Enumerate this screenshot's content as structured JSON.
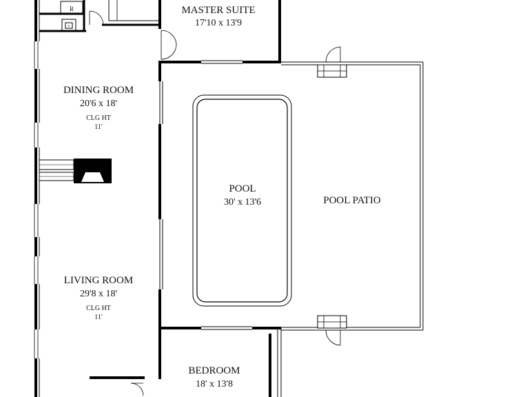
{
  "plan": {
    "fixture_mark": "R",
    "rooms": {
      "master_suite": {
        "name": "MASTER SUITE",
        "size": "17'10 x 13'9"
      },
      "dining_room": {
        "name": "DINING ROOM",
        "size": "20'6 x 18'",
        "ceiling_label": "CLG HT",
        "ceiling_value": "11'"
      },
      "living_room": {
        "name": "LIVING ROOM",
        "size": "29'8 x 18'",
        "ceiling_label": "CLG HT",
        "ceiling_value": "11'"
      },
      "pool": {
        "name": "POOL",
        "size": "30' x 13'6"
      },
      "pool_patio": {
        "name": "POOL PATIO"
      },
      "bedroom": {
        "name": "BEDROOM",
        "size": "18' x 13'8"
      }
    }
  }
}
